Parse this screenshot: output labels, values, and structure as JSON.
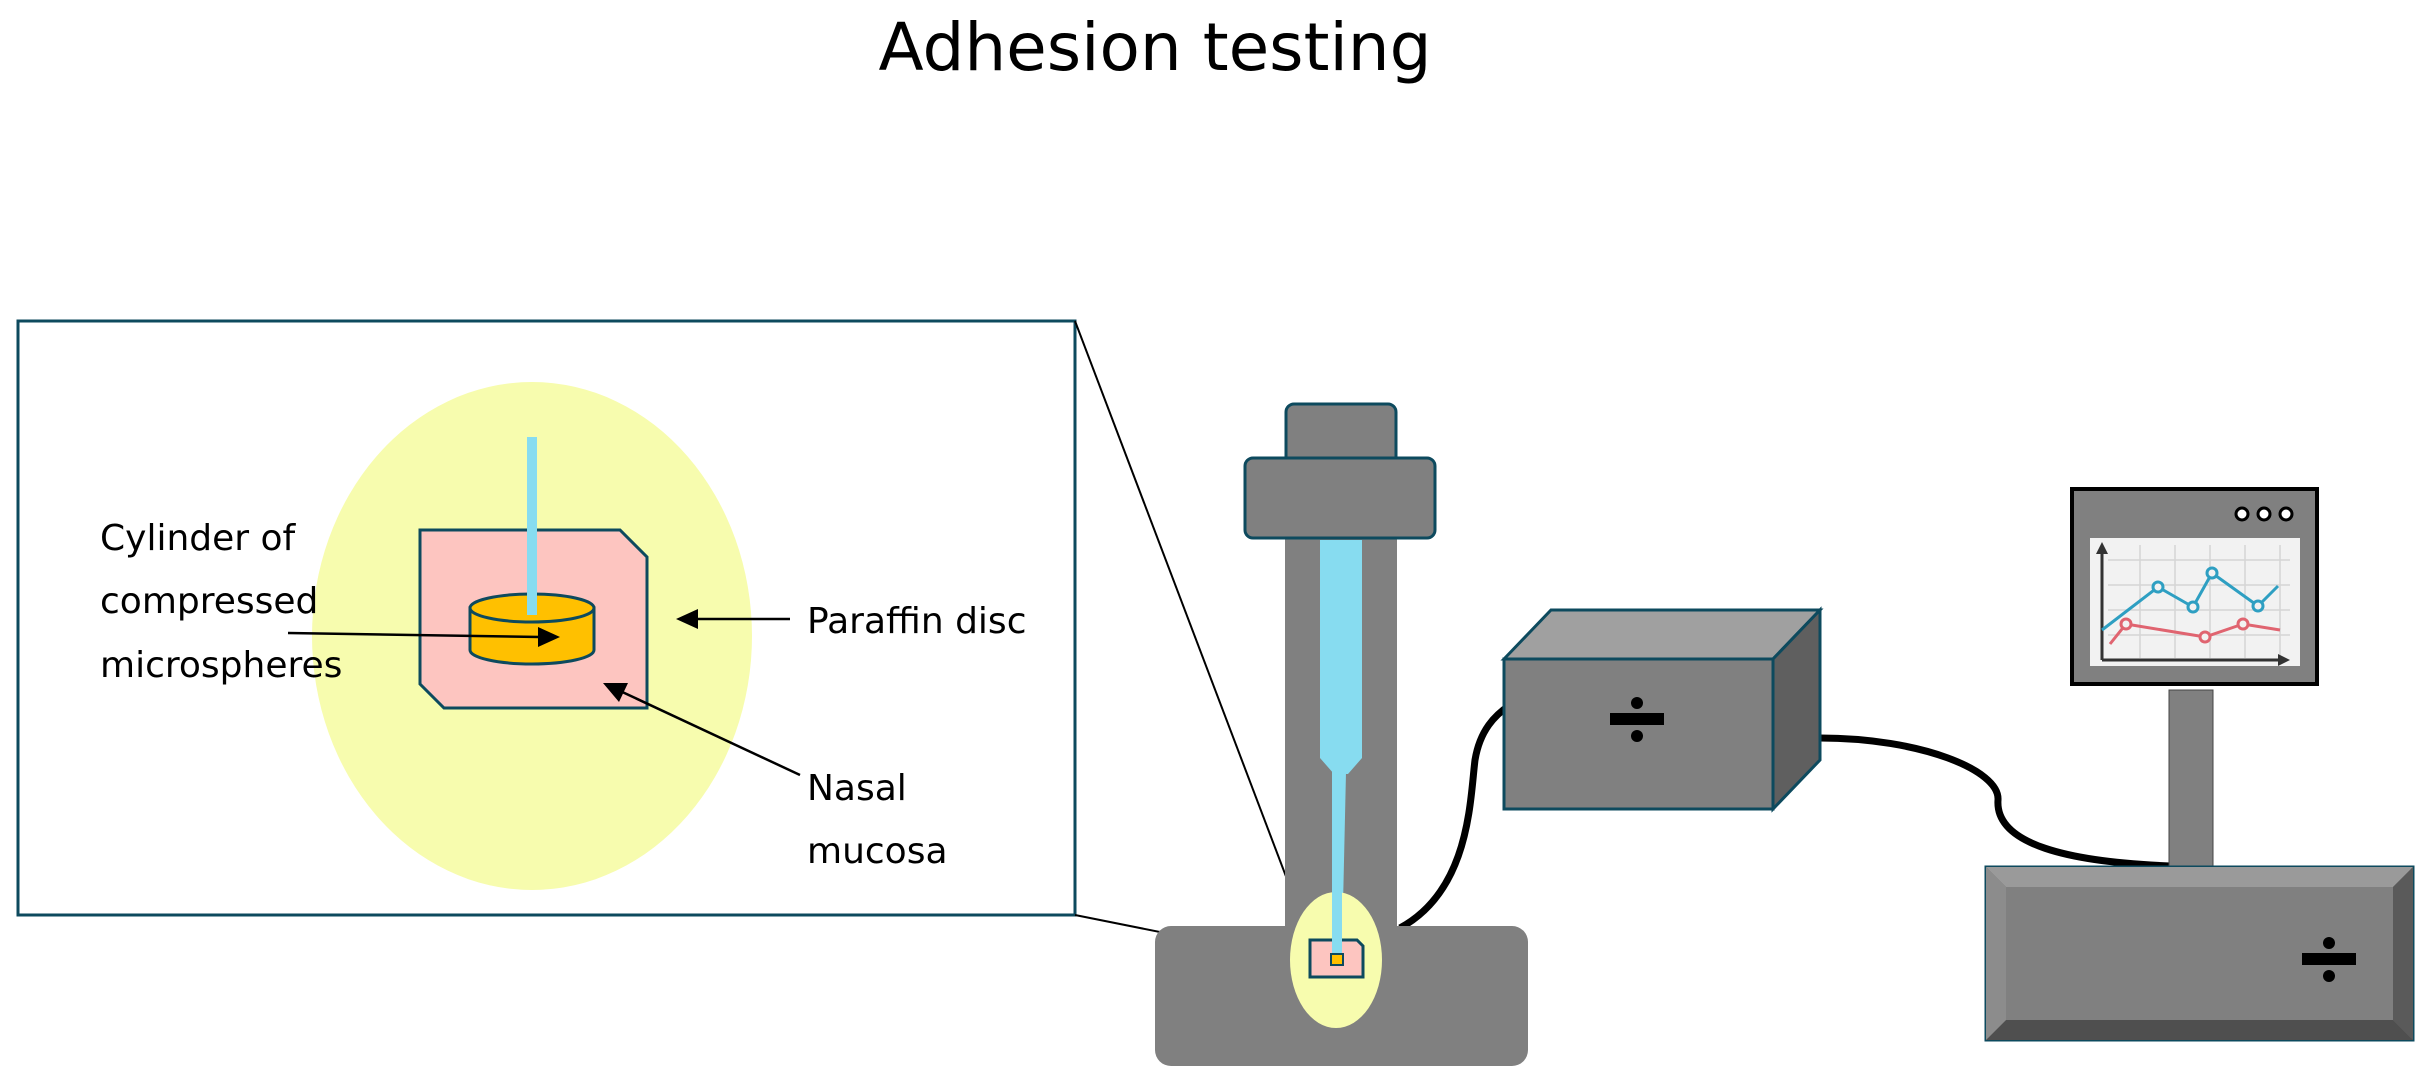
{
  "title": "Adhesion testing",
  "labels": {
    "cylinder_line1": "Cylinder of",
    "cylinder_line2": "compressed",
    "cylinder_line3": "microspheres",
    "paraffin": "Paraffin disc",
    "mucosa_line1": "Nasal",
    "mucosa_line2": "mucosa"
  },
  "colors": {
    "paraffin": "#f7fcae",
    "mucosa": "#fdc5c0",
    "cylinder": "#ffc000",
    "probe": "#87dcf0",
    "machine": "#808080",
    "machine_dark": "#616161",
    "outline": "#0d4a5e",
    "series_blue": "#2e9fc2",
    "series_red": "#e06470"
  },
  "icons": {
    "controller_symbol": "divide-icon",
    "base_symbol": "divide-icon",
    "monitor_buttons": "three-dots-icon"
  }
}
